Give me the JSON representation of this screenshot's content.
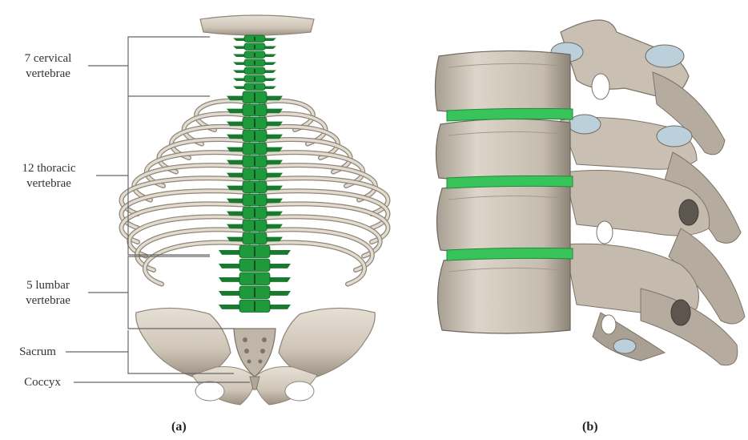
{
  "labels": {
    "cervical": [
      "7 cervical",
      "vertebrae"
    ],
    "thoracic": [
      "12 thoracic",
      "vertebrae"
    ],
    "lumbar": [
      "5 lumbar",
      "vertebrae"
    ],
    "sacrum": "Sacrum",
    "coccyx": "Coccyx"
  },
  "captions": {
    "a": "(a)",
    "b": "(b)"
  },
  "colors": {
    "vertebra_highlight": "#1e9a3c",
    "disc_highlight": "#38c45a",
    "bone": "#cfc6b8",
    "bone_shadow": "#8f8578",
    "leader_line": "#666666"
  }
}
